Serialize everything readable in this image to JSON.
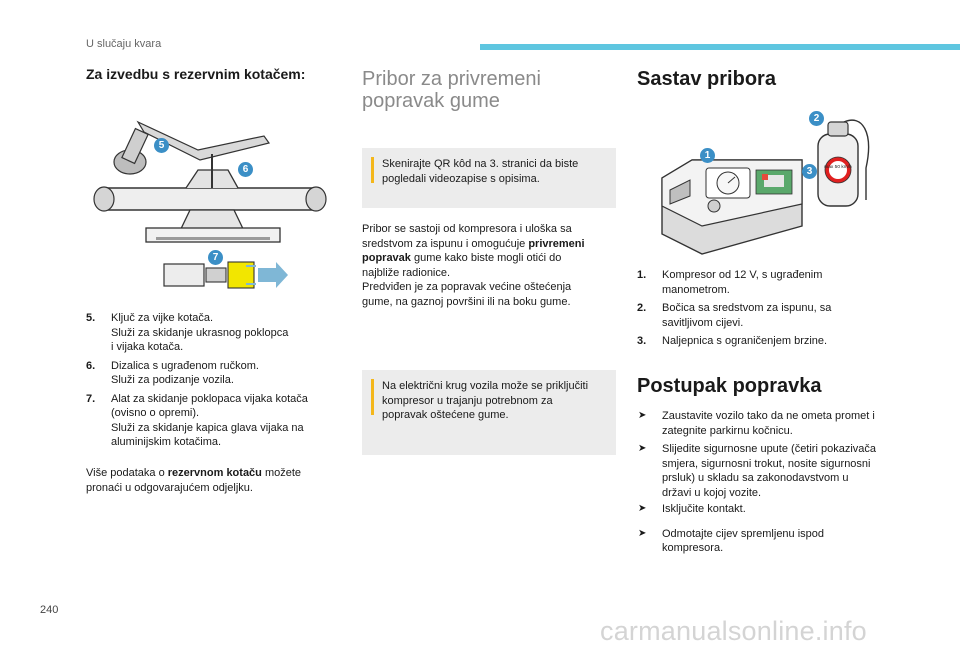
{
  "header": {
    "section_title": "U slučaju kvara"
  },
  "footer": {
    "page_number": "240",
    "watermark": "carmanualsonline.info"
  },
  "left_column": {
    "title": "Za izvedbu s rezervnim kotačem:",
    "callouts": [
      "5",
      "6",
      "7"
    ],
    "items": [
      {
        "num": "5.",
        "line1": "Ključ za vijke kotača.",
        "line2": "Služi za skidanje ukrasnog poklopca",
        "line3": "i vijaka kotača."
      },
      {
        "num": "6.",
        "line1": "Dizalica s ugrađenom ručkom.",
        "line2": "Služi za podizanje vozila."
      },
      {
        "num": "7.",
        "line1": "Alat za skidanje poklopaca vijaka kotača",
        "line2": "(ovisno o opremi).",
        "line3": "Služi za skidanje kapica glava vijaka na",
        "line4": "aluminijskim kotačima."
      }
    ],
    "note_pre": "Više podataka o ",
    "note_bold": "rezervnom kotaču",
    "note_post": " možete",
    "note_line2": "pronaći u odgovarajućem odjeljku."
  },
  "middle_column": {
    "title_line1": "Pribor za privremeni",
    "title_line2": "popravak gume",
    "info1_line1": "Skenirajte QR kôd na 3. stranici da biste",
    "info1_line2": "pogledali videozapise s opisima.",
    "para_l1": "Pribor se sastoji od kompresora i uloška sa",
    "para_l2_pre": "sredstvom za ispunu i omogućuje ",
    "para_l2_bold": "privremeni",
    "para_l3_bold": "popravak",
    "para_l3_post": " gume kako biste mogli otići do",
    "para_l4": "najbliže radionice.",
    "para_l5": "Predviđen je za popravak većine oštećenja",
    "para_l6": "gume, na gaznoj površini ili na boku gume.",
    "info2_line1": "Na električni krug vozila može se priključiti",
    "info2_line2": "kompresor u trajanju potrebnom za",
    "info2_line3": "popravak oštećene gume."
  },
  "right_column": {
    "title": "Sastav pribora",
    "callouts": [
      "1",
      "2",
      "3"
    ],
    "bottle_label": "max 50 km/h",
    "items": [
      {
        "num": "1.",
        "line1": "Kompresor od 12 V, s ugrađenim",
        "line2": "manometrom."
      },
      {
        "num": "2.",
        "line1": "Bočica sa sredstvom za ispunu, sa",
        "line2": "savitljivom cijevi."
      },
      {
        "num": "3.",
        "line1": "Naljepnica s ograničenjem brzine."
      }
    ],
    "repair_title": "Postupak popravka",
    "steps": [
      {
        "line1": "Zaustavite vozilo tako da ne ometa promet i",
        "line2": "zategnite parkirnu kočnicu."
      },
      {
        "line1": "Slijedite sigurnosne upute (četiri pokazivača",
        "line2": "smjera, sigurnosni trokut, nosite sigurnosni",
        "line3": "prsluk) u skladu sa zakonodavstvom u",
        "line4": "državi u kojoj vozite."
      },
      {
        "line1": "Isključite kontakt."
      },
      {
        "line1": "Odmotajte cijev spremljenu ispod",
        "line2": "kompresora."
      }
    ]
  }
}
